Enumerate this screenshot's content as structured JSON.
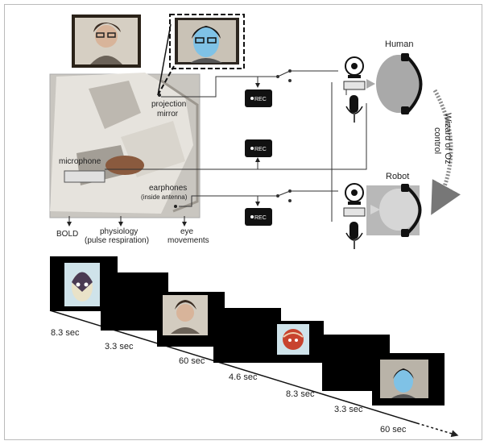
{
  "setup": {
    "labels": {
      "projection_mirror_1": "projection",
      "projection_mirror_2": "mirror",
      "microphone": "microphone",
      "earphones_1": "earphones",
      "earphones_2": "(inside antenna)",
      "bold": "BOLD",
      "physiology_1": "physiology",
      "physiology_2": "(pulse respiration)",
      "eye_1": "eye",
      "eye_2": "movements",
      "human": "Human",
      "robot": "Robot",
      "wizard": "Wizard of Oz",
      "control": "control"
    },
    "rec_buttons": [
      "REC",
      "REC",
      "REC"
    ]
  },
  "timeline": {
    "durations": [
      "8.3 sec",
      "3.3 sec",
      "60 sec",
      "4.6 sec",
      "8.3 sec",
      "3.3 sec",
      "60 sec"
    ]
  },
  "colors": {
    "screen": "#000000",
    "photo_bg": "#d8d2c8",
    "robot_box": "#b8b8b8",
    "line": "#333333"
  },
  "icons": [
    "camera-icon",
    "microphone-icon",
    "headphones-icon",
    "record-icon",
    "arrow-icon"
  ]
}
